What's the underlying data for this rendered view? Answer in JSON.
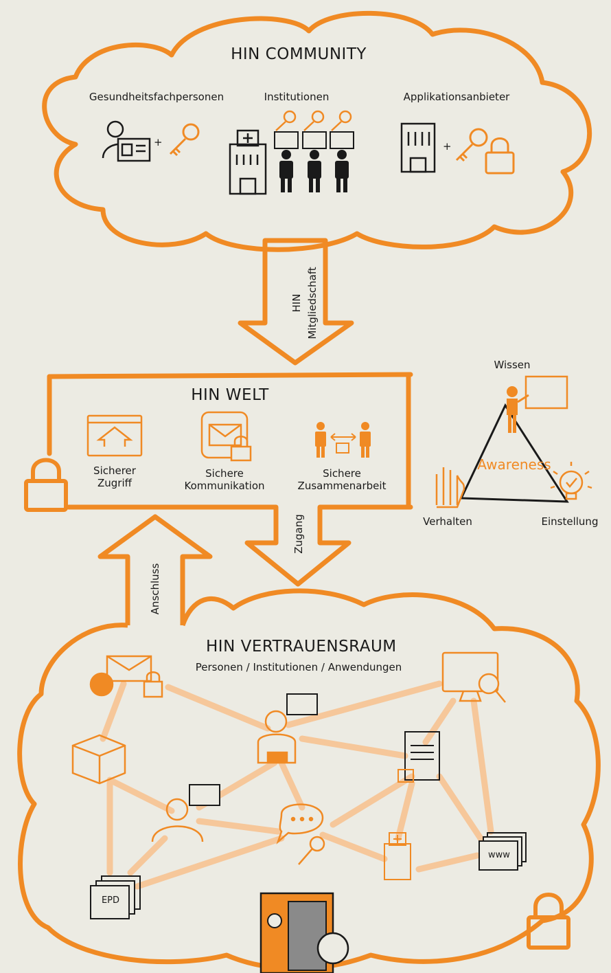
{
  "community": {
    "title": "HIN COMMUNITY",
    "health_professionals": "Gesundheitsfachpersonen",
    "institutions": "Institutionen",
    "app_providers": "Applikationsanbieter",
    "plus": "+"
  },
  "membership_arrow": {
    "line1": "HIN",
    "line2": "Mitgliedschaft"
  },
  "welt": {
    "title": "HIN WELT",
    "secure_access": [
      "Sicherer",
      "Zugriff"
    ],
    "secure_communication": [
      "Sichere",
      "Kommunikation"
    ],
    "secure_collaboration": [
      "Sichere",
      "Zusammenarbeit"
    ]
  },
  "awareness": {
    "center": "Awareness",
    "knowledge": "Wissen",
    "behavior": "Verhalten",
    "attitude": "Einstellung"
  },
  "access_arrow": "Zugang",
  "connection_arrow": "Anschluss",
  "trust_space": {
    "title": "HIN VERTRAUENSRAUM",
    "subtitle": "Personen / Institutionen / Anwendungen",
    "epd_label": "EPD",
    "www_label": "www"
  },
  "colors": {
    "orange": "#f08a24",
    "light_orange": "#f6c79a",
    "background": "#ecebe3",
    "ink": "#1a1a1a"
  }
}
